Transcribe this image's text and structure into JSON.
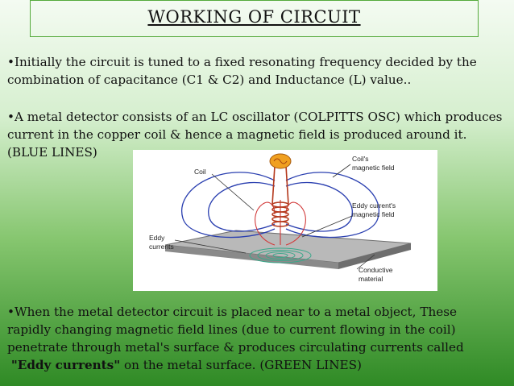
{
  "slide": {
    "title": "WORKING OF CIRCUIT",
    "bullets": [
      {
        "marker": "•",
        "lines": [
          "Initially the circuit is tuned to a fixed resonating frequency decided by the",
          "combination of capacitance (C1 & C2) and Inductance (L) value.."
        ]
      },
      {
        "marker": "•",
        "lines": [
          "A metal detector consists of an LC oscillator (COLPITTS OSC) which produces",
          "current in the copper coil & hence a magnetic field is produced around it.",
          "(BLUE LINES)"
        ]
      },
      {
        "marker": "•",
        "lines": [
          "When the metal detector circuit is placed near to a metal object, These",
          "rapidly changing magnetic field lines (due to current flowing in the coil)",
          "penetrate through metal's surface & produces circulating currents called"
        ],
        "bold_phrase": "\"Eddy currents\"",
        "tail": " on the metal surface. (GREEN LINES)"
      }
    ]
  },
  "figure": {
    "labels": {
      "coil": "Coil",
      "coils_field_1": "Coil's",
      "coils_field_2": "magnetic field",
      "eddy_field_1": "Eddy current's",
      "eddy_field_2": "magnetic field",
      "eddy_1": "Eddy",
      "eddy_2": "currents",
      "conductive_1": "Conductive",
      "conductive_2": "material"
    },
    "colors": {
      "coil_field": "#2a3fb0",
      "eddy_field": "#d23a3a",
      "eddy_currents": "#3aa88a",
      "plate": "#9a9a9a",
      "coil": "#b53a1e",
      "source": "#f0a020"
    }
  }
}
